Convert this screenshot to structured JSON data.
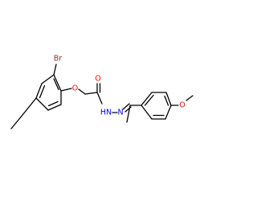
{
  "colors": {
    "background": "#ffffff",
    "bond": "#000000",
    "bromine": "#a52a2a",
    "oxygen": "#ff0000",
    "nitrogen": "#0000ff"
  },
  "atoms": {
    "br": {
      "text": "Br",
      "color": "#a52a2a"
    },
    "o_ether": {
      "text": "O",
      "color": "#ff0000"
    },
    "o_carbonyl": {
      "text": "O",
      "color": "#ff0000"
    },
    "nh": {
      "text": "HN",
      "color": "#0000ff"
    },
    "n_imine": {
      "text": "N",
      "color": "#0000ff"
    },
    "o_methoxy": {
      "text": "O",
      "color": "#ff0000"
    }
  }
}
